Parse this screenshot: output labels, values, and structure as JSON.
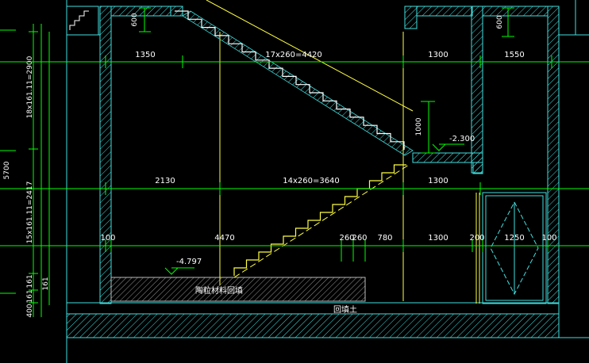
{
  "drawing": {
    "colors": {
      "background": "#000000",
      "dimension": "#00ff00",
      "structure": "#40e0e0",
      "stair_upper": "#ffffff",
      "stair_lower": "#ffff40",
      "guide_yellow": "#ffff40",
      "text": "#ffffff",
      "hatch": "#40e0e0"
    },
    "dims_row1": [
      "1350",
      "17x260=4420",
      "1300",
      "1550"
    ],
    "dims_row2": [
      "2130",
      "14x260=3640",
      "1300"
    ],
    "dims_row3": [
      "100",
      "4470",
      "260",
      "260",
      "780",
      "1300",
      "200",
      "1250",
      "100"
    ],
    "vertical_dims": {
      "top_600_left": "600",
      "top_600_right": "600",
      "mid_1000": "1000",
      "left_upper": "18x161.11=2900",
      "left_total": "5700",
      "left_lower": "15x161.11=2417",
      "left_161_a": "161",
      "left_161_b": "161",
      "left_161_c": "161",
      "left_400": "400"
    },
    "levels": {
      "landing": "-2.300",
      "bottom": "-4.797"
    },
    "labels": {
      "backfill": "陶粒材料回填",
      "ground": "回填土"
    }
  }
}
